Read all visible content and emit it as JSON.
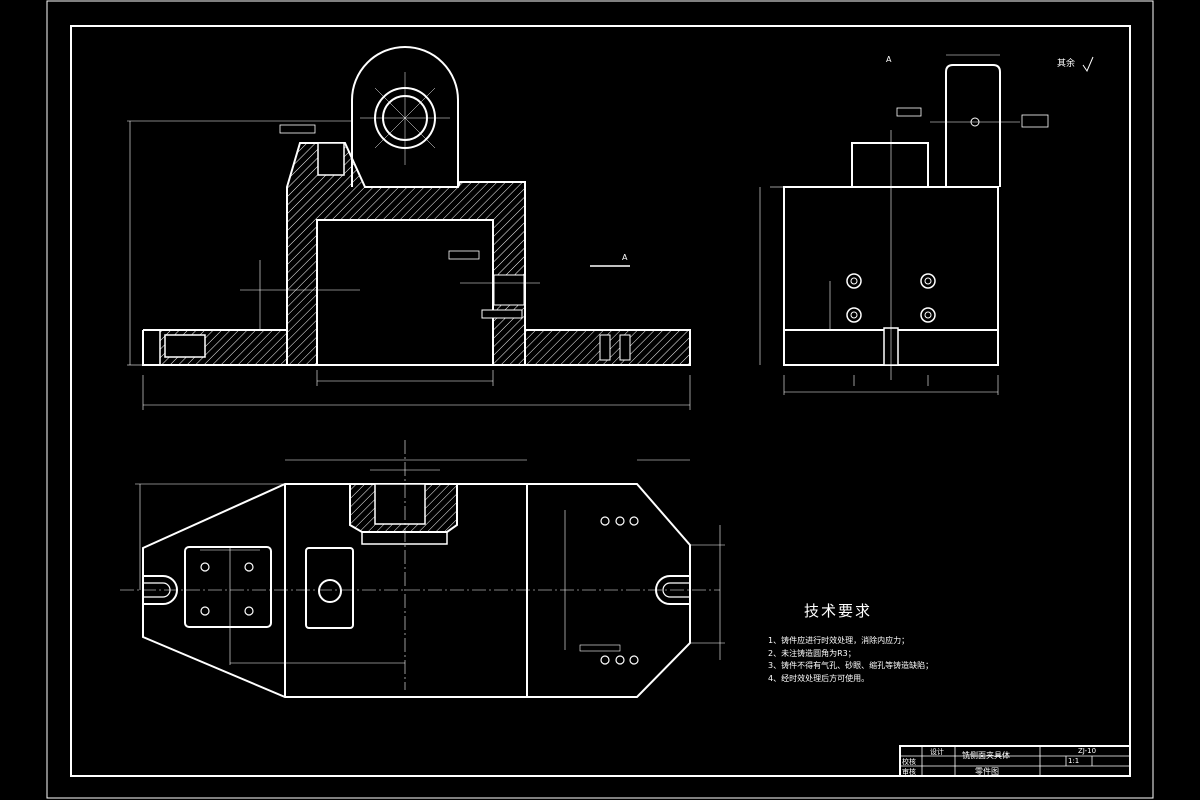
{
  "drawing": {
    "view_arrow_label": "A",
    "view_title": "A",
    "surface_note": "其余",
    "tech_requirements": {
      "title": "技术要求",
      "items": [
        "1、铸件应进行时效处理，消除内应力；",
        "2、未注铸造圆角为R3；",
        "3、铸件不得有气孔、砂眼、缩孔等铸造缺陷；",
        "4、经时效处理后方可使用。"
      ]
    },
    "title_block": {
      "part_name": "铣侧面夹具体",
      "drawing_type": "零件图",
      "code": "ZJ-10",
      "scale": "1:1",
      "rows": [
        "设计",
        "校核",
        "审核"
      ]
    }
  }
}
